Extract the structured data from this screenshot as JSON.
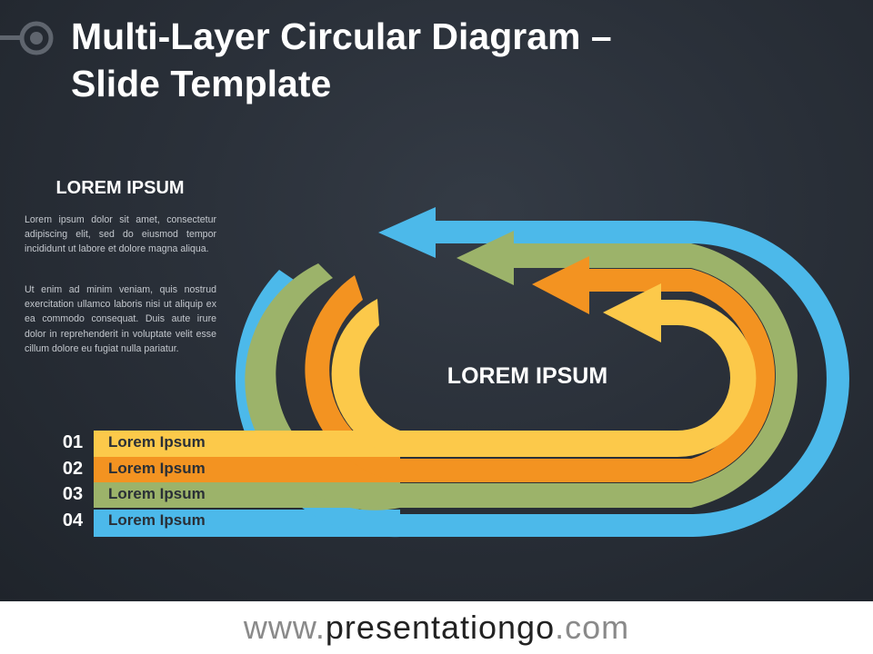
{
  "title": {
    "line1": "Multi-Layer Circular Diagram –",
    "line2": "Slide Template"
  },
  "left_panel": {
    "heading": "LOREM IPSUM",
    "paragraph1": "Lorem ipsum dolor sit amet, consectetur adipiscing elit, sed do eiusmod tempor incididunt ut labore et dolore magna aliqua.",
    "paragraph2": "Ut enim ad minim veniam, quis nostrud exercitation ullamco laboris nisi ut aliquip ex ea commodo consequat. Duis aute irure dolor in reprehenderit in voluptate velit esse cillum dolore eu fugiat nulla pariatur."
  },
  "center_label": "LOREM IPSUM",
  "layers": [
    {
      "number": "01",
      "label": "Lorem Ipsum",
      "color": "#fcc94a"
    },
    {
      "number": "02",
      "label": "Lorem Ipsum",
      "color": "#f39321"
    },
    {
      "number": "03",
      "label": "Lorem Ipsum",
      "color": "#9cb36a"
    },
    {
      "number": "04",
      "label": "Lorem Ipsum",
      "color": "#4cb9ea"
    }
  ],
  "footer": {
    "prefix": "www.",
    "domain": "presentationgo",
    "suffix": ".com"
  },
  "colors": {
    "background": "#2a3039",
    "yellow": "#fcc94a",
    "orange": "#f39321",
    "green": "#9cb36a",
    "blue": "#4cb9ea"
  }
}
